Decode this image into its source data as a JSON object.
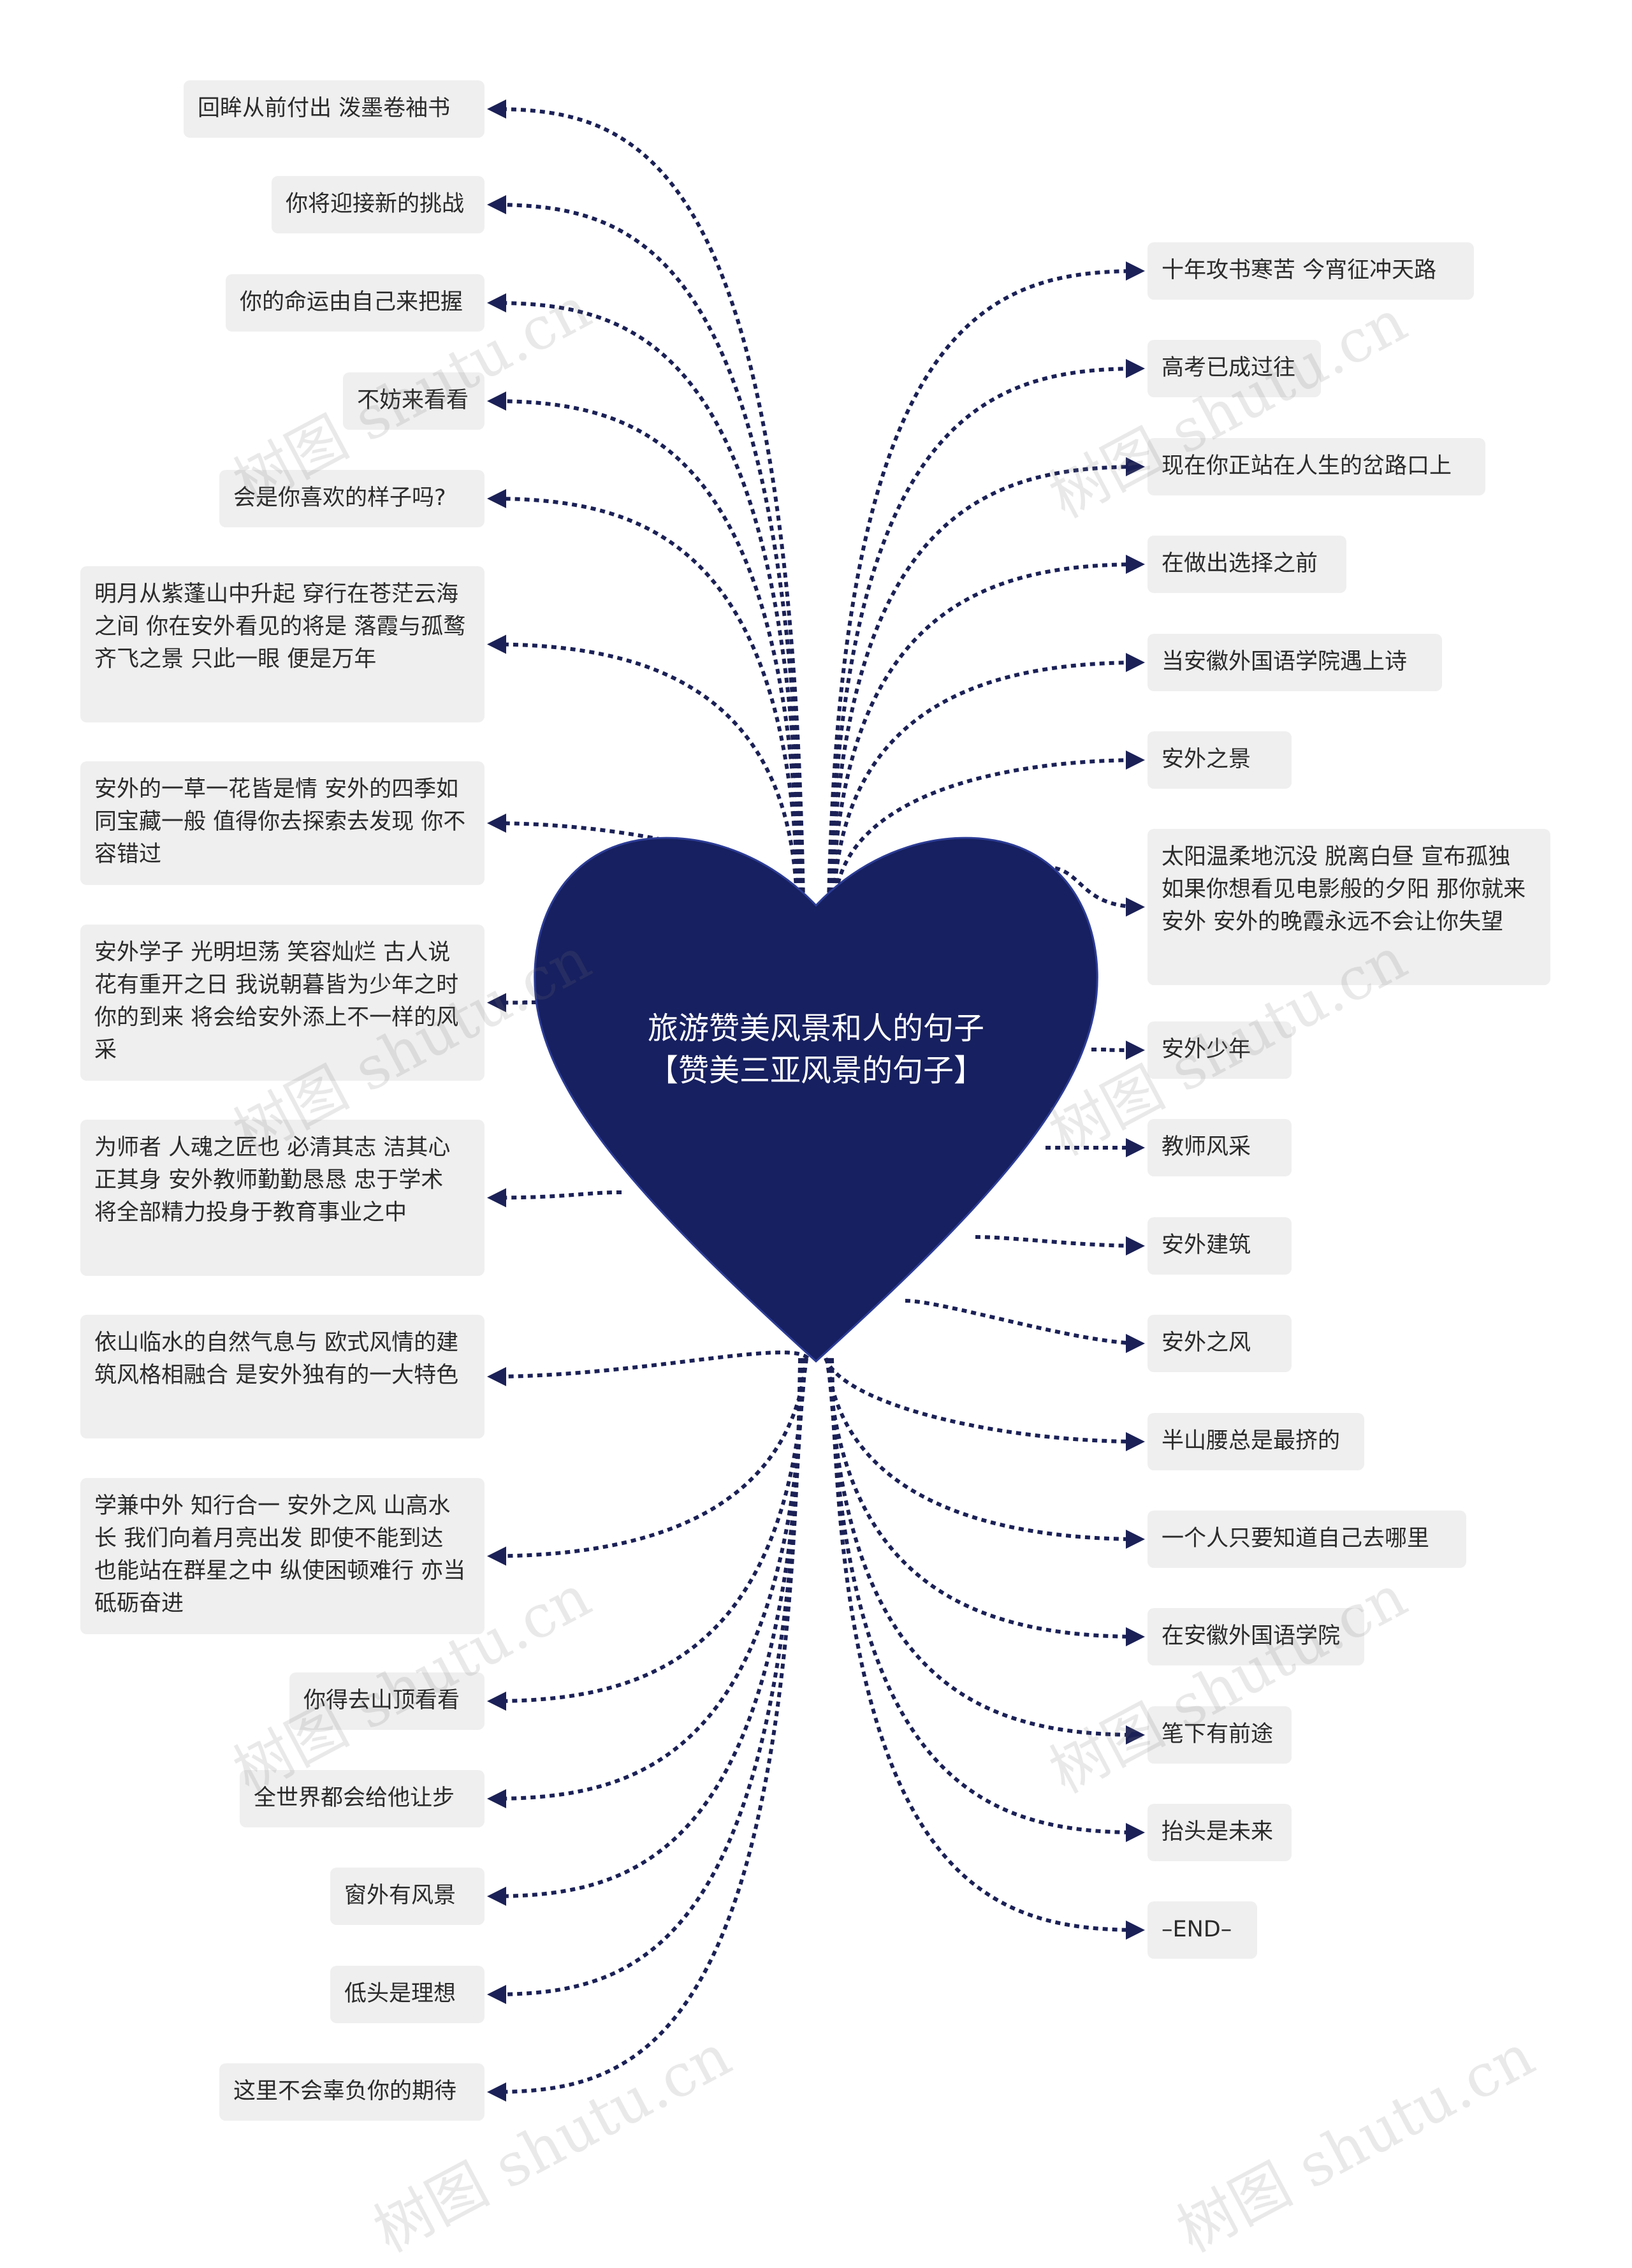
{
  "center": {
    "line1": "旅游赞美风景和人的句子",
    "line2": "【赞美三亚风景的句子】"
  },
  "colors": {
    "heart": "#172060",
    "link": "#1b2156",
    "node_bg": "#efefef",
    "text": "#2b2b2b"
  },
  "left_nodes": [
    "回眸从前付出 泼墨卷袖书",
    "你将迎接新的挑战",
    "你的命运由自己来把握",
    "不妨来看看",
    "会是你喜欢的样子吗?",
    "明月从紫蓬山中升起 穿行在苍茫云海之间 你在安外看见的将是 落霞与孤鹜齐飞之景 只此一眼 便是万年",
    "安外的一草一花皆是情 安外的四季如同宝藏一般 值得你去探索去发现 你不容错过",
    "安外学子 光明坦荡 笑容灿烂 古人说花有重开之日 我说朝暮皆为少年之时 你的到来 将会给安外添上不一样的风采",
    "为师者 人魂之匠也 必清其志 洁其心 正其身 安外教师勤勤恳恳 忠于学术 将全部精力投身于教育事业之中",
    "依山临水的自然气息与 欧式风情的建筑风格相融合 是安外独有的一大特色",
    "学兼中外 知行合一 安外之风 山高水长 我们向着月亮出发 即使不能到达 也能站在群星之中 纵使困顿难行 亦当砥砺奋进",
    "你得去山顶看看",
    "全世界都会给他让步",
    "窗外有风景",
    "低头是理想",
    "这里不会辜负你的期待"
  ],
  "right_nodes": [
    "十年攻书寒苦 今宵征冲天路",
    "高考已成过往",
    "现在你正站在人生的岔路口上",
    "在做出选择之前",
    "当安徽外国语学院遇上诗",
    "安外之景",
    "太阳温柔地沉没 脱离白昼 宣布孤独 如果你想看见电影般的夕阳 那你就来安外 安外的晚霞永远不会让你失望",
    "安外少年",
    "教师风采",
    "安外建筑",
    "安外之风",
    "半山腰总是最挤的",
    "一个人只要知道自己去哪里",
    "在安徽外国语学院",
    "笔下有前途",
    "抬头是未来",
    "–END–"
  ],
  "watermark": "树图 shutu.cn"
}
